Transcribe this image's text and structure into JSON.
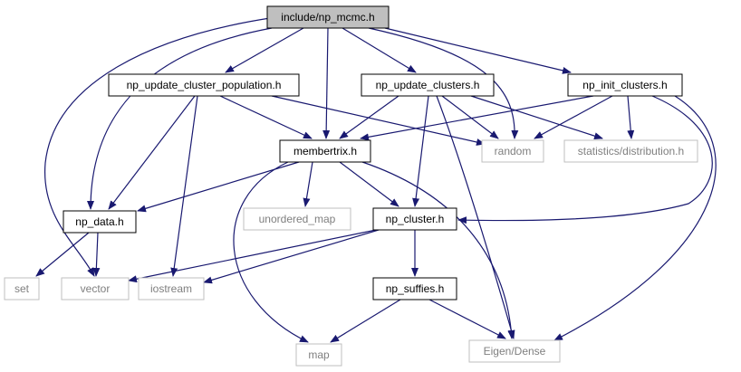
{
  "colors": {
    "edge": "#191970",
    "node_border_internal": "#000000",
    "node_border_external": "#bfbfbf",
    "node_fill_root": "#bfbfbf",
    "node_fill": "#ffffff",
    "text_internal": "#000000",
    "text_external": "#7f7f7f"
  },
  "nodes": [
    {
      "id": "np_mcmc",
      "label": "include/np_mcmc.h",
      "kind": "root"
    },
    {
      "id": "np_update_cluster_population",
      "label": "np_update_cluster_population.h",
      "kind": "internal"
    },
    {
      "id": "np_update_clusters",
      "label": "np_update_clusters.h",
      "kind": "internal"
    },
    {
      "id": "np_init_clusters",
      "label": "np_init_clusters.h",
      "kind": "internal"
    },
    {
      "id": "membertrix",
      "label": "membertrix.h",
      "kind": "internal"
    },
    {
      "id": "random",
      "label": "random",
      "kind": "external"
    },
    {
      "id": "statistics_distribution",
      "label": "statistics/distribution.h",
      "kind": "external"
    },
    {
      "id": "np_data",
      "label": "np_data.h",
      "kind": "internal"
    },
    {
      "id": "unordered_map",
      "label": "unordered_map",
      "kind": "external"
    },
    {
      "id": "np_cluster",
      "label": "np_cluster.h",
      "kind": "internal"
    },
    {
      "id": "set",
      "label": "set",
      "kind": "external"
    },
    {
      "id": "vector",
      "label": "vector",
      "kind": "external"
    },
    {
      "id": "iostream",
      "label": "iostream",
      "kind": "external"
    },
    {
      "id": "np_suffies",
      "label": "np_suffies.h",
      "kind": "internal"
    },
    {
      "id": "map",
      "label": "map",
      "kind": "external"
    },
    {
      "id": "eigen_dense",
      "label": "Eigen/Dense",
      "kind": "external"
    }
  ],
  "edges": [
    {
      "from": "np_mcmc",
      "to": "np_update_cluster_population"
    },
    {
      "from": "np_mcmc",
      "to": "np_update_clusters"
    },
    {
      "from": "np_mcmc",
      "to": "np_init_clusters"
    },
    {
      "from": "np_mcmc",
      "to": "membertrix"
    },
    {
      "from": "np_mcmc",
      "to": "random"
    },
    {
      "from": "np_mcmc",
      "to": "np_data"
    },
    {
      "from": "np_mcmc",
      "to": "vector"
    },
    {
      "from": "np_update_cluster_population",
      "to": "membertrix"
    },
    {
      "from": "np_update_cluster_population",
      "to": "random"
    },
    {
      "from": "np_update_cluster_population",
      "to": "np_data"
    },
    {
      "from": "np_update_cluster_population",
      "to": "iostream"
    },
    {
      "from": "np_update_clusters",
      "to": "membertrix"
    },
    {
      "from": "np_update_clusters",
      "to": "random"
    },
    {
      "from": "np_update_clusters",
      "to": "statistics_distribution"
    },
    {
      "from": "np_update_clusters",
      "to": "np_cluster"
    },
    {
      "from": "np_update_clusters",
      "to": "eigen_dense"
    },
    {
      "from": "np_init_clusters",
      "to": "membertrix"
    },
    {
      "from": "np_init_clusters",
      "to": "random"
    },
    {
      "from": "np_init_clusters",
      "to": "statistics_distribution"
    },
    {
      "from": "np_init_clusters",
      "to": "np_cluster"
    },
    {
      "from": "np_init_clusters",
      "to": "eigen_dense"
    },
    {
      "from": "membertrix",
      "to": "np_data"
    },
    {
      "from": "membertrix",
      "to": "unordered_map"
    },
    {
      "from": "membertrix",
      "to": "np_cluster"
    },
    {
      "from": "membertrix",
      "to": "map"
    },
    {
      "from": "membertrix",
      "to": "eigen_dense"
    },
    {
      "from": "np_data",
      "to": "set"
    },
    {
      "from": "np_data",
      "to": "vector"
    },
    {
      "from": "np_cluster",
      "to": "vector"
    },
    {
      "from": "np_cluster",
      "to": "iostream"
    },
    {
      "from": "np_cluster",
      "to": "np_suffies"
    },
    {
      "from": "np_suffies",
      "to": "map"
    },
    {
      "from": "np_suffies",
      "to": "eigen_dense"
    }
  ]
}
